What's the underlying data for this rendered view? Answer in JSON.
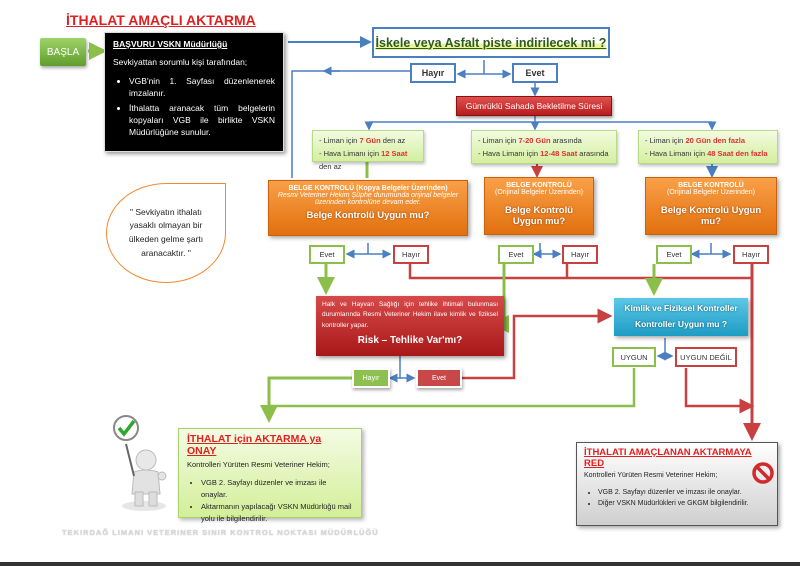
{
  "title": "İTHALAT AMAÇLI AKTARMA",
  "start_label": "BAŞLA",
  "application": {
    "heading": "BAŞVURU VSKN Müdürlüğü",
    "intro": "Sevkiyattan sorumlu kişi tarafından;",
    "items": [
      "VGB'nin 1. Sayfası düzenlenerek imzalanır.",
      "İthalatta aranacak tüm belgelerin kopyaları VGB ile birlikte VSKN Müdürlüğüne sunulur."
    ]
  },
  "question_main": "İskele veya Asfalt piste indirilecek mi ?",
  "answer_no": "Hayır",
  "answer_yes": "Evet",
  "waiting_time": "Gümrüklü Sahada Bekletilme Süresi",
  "durations": [
    {
      "port_prefix": "- Liman için ",
      "port_value": "7 Gün",
      "port_suffix": " den az",
      "air_prefix": "- Hava Limanı için ",
      "air_value": "12 Saat",
      "air_suffix": " den az"
    },
    {
      "port_prefix": "- Liman için ",
      "port_value": "7-20 Gün",
      "port_suffix": " arasında",
      "air_prefix": "- Hava Limanı için ",
      "air_value": "12-48 Saat",
      "air_suffix": " arasında"
    },
    {
      "port_prefix": "- Liman için ",
      "port_value": "20 Gün den fazla",
      "port_suffix": "",
      "air_prefix": "- Hava Limanı için ",
      "air_value": "48 Saat den fazla",
      "air_suffix": ""
    }
  ],
  "doc_checks": [
    {
      "heading": "BELGE KONTROLÜ (Kopya Belgeler Üzerinden)",
      "note": "Resmi Veteriner Hekim Şüphe durumunda orijinal belgeler üzerinden kontrolüne devam eder.",
      "question": "Belge Kontrolü Uygun mu?"
    },
    {
      "heading": "BELGE KONTROLÜ",
      "note": "(Orijinal Belgeler Üzerinden)",
      "question": "Belge Kontrolü Uygun mu?"
    },
    {
      "heading": "BELGE KONTROLÜ",
      "note": "(Orijinal Belgeler Üzerinden)",
      "question": "Belge Kontrolü Uygun mu?"
    }
  ],
  "bubble_note": "\" Sevkiyatın ithalatı yasaklı olmayan bir ülkeden gelme şartı aranacaktır. \"",
  "risk": {
    "text": "Halk ve Hayvan Sağlığı için tehlike ihtimali bulunması durumlarında Resmi Veteriner Hekim ilave kimlik ve fiziksel kontroller yapar.",
    "question": "Risk – Tehlike Var'mı?"
  },
  "physical": {
    "heading": "Kimlik ve Fiziksel Kontroller",
    "question": "Kontroller Uygun mu ?"
  },
  "suitable": "UYGUN",
  "not_suitable": "UYGUN DEĞİL",
  "approve": {
    "heading": "İTHALAT için AKTARMA ya ONAY",
    "intro": "Kontrolleri Yürüten Resmi Veteriner Hekim;",
    "items": [
      "VGB 2. Sayfayı düzenler ve imzası ile onaylar.",
      " Aktarmanın yapılacağı VSKN Müdürlüğü mail yolu ile bilgilendirilir."
    ]
  },
  "reject": {
    "heading": "İTHALATI AMAÇLANAN AKTARMAYA RED",
    "intro": "Kontrolleri Yürüten Resmi Veteriner Hekim;",
    "items": [
      "VGB 2. Sayfayı düzenler ve imzası ile onaylar.",
      " Diğer VSKN Müdürlükleri ve GKGM bilgilendirilir."
    ]
  },
  "footer": "TEKIRDAĞ LIMANI VETERINER SINIR KONTROL NOKTASI MÜDÜRLÜĞÜ",
  "colors": {
    "accent_red": "#e02020",
    "connector_blue": "#4a7fc1",
    "connector_green": "#8cbf4a",
    "connector_red": "#c84040",
    "orange": "#f08a30"
  }
}
